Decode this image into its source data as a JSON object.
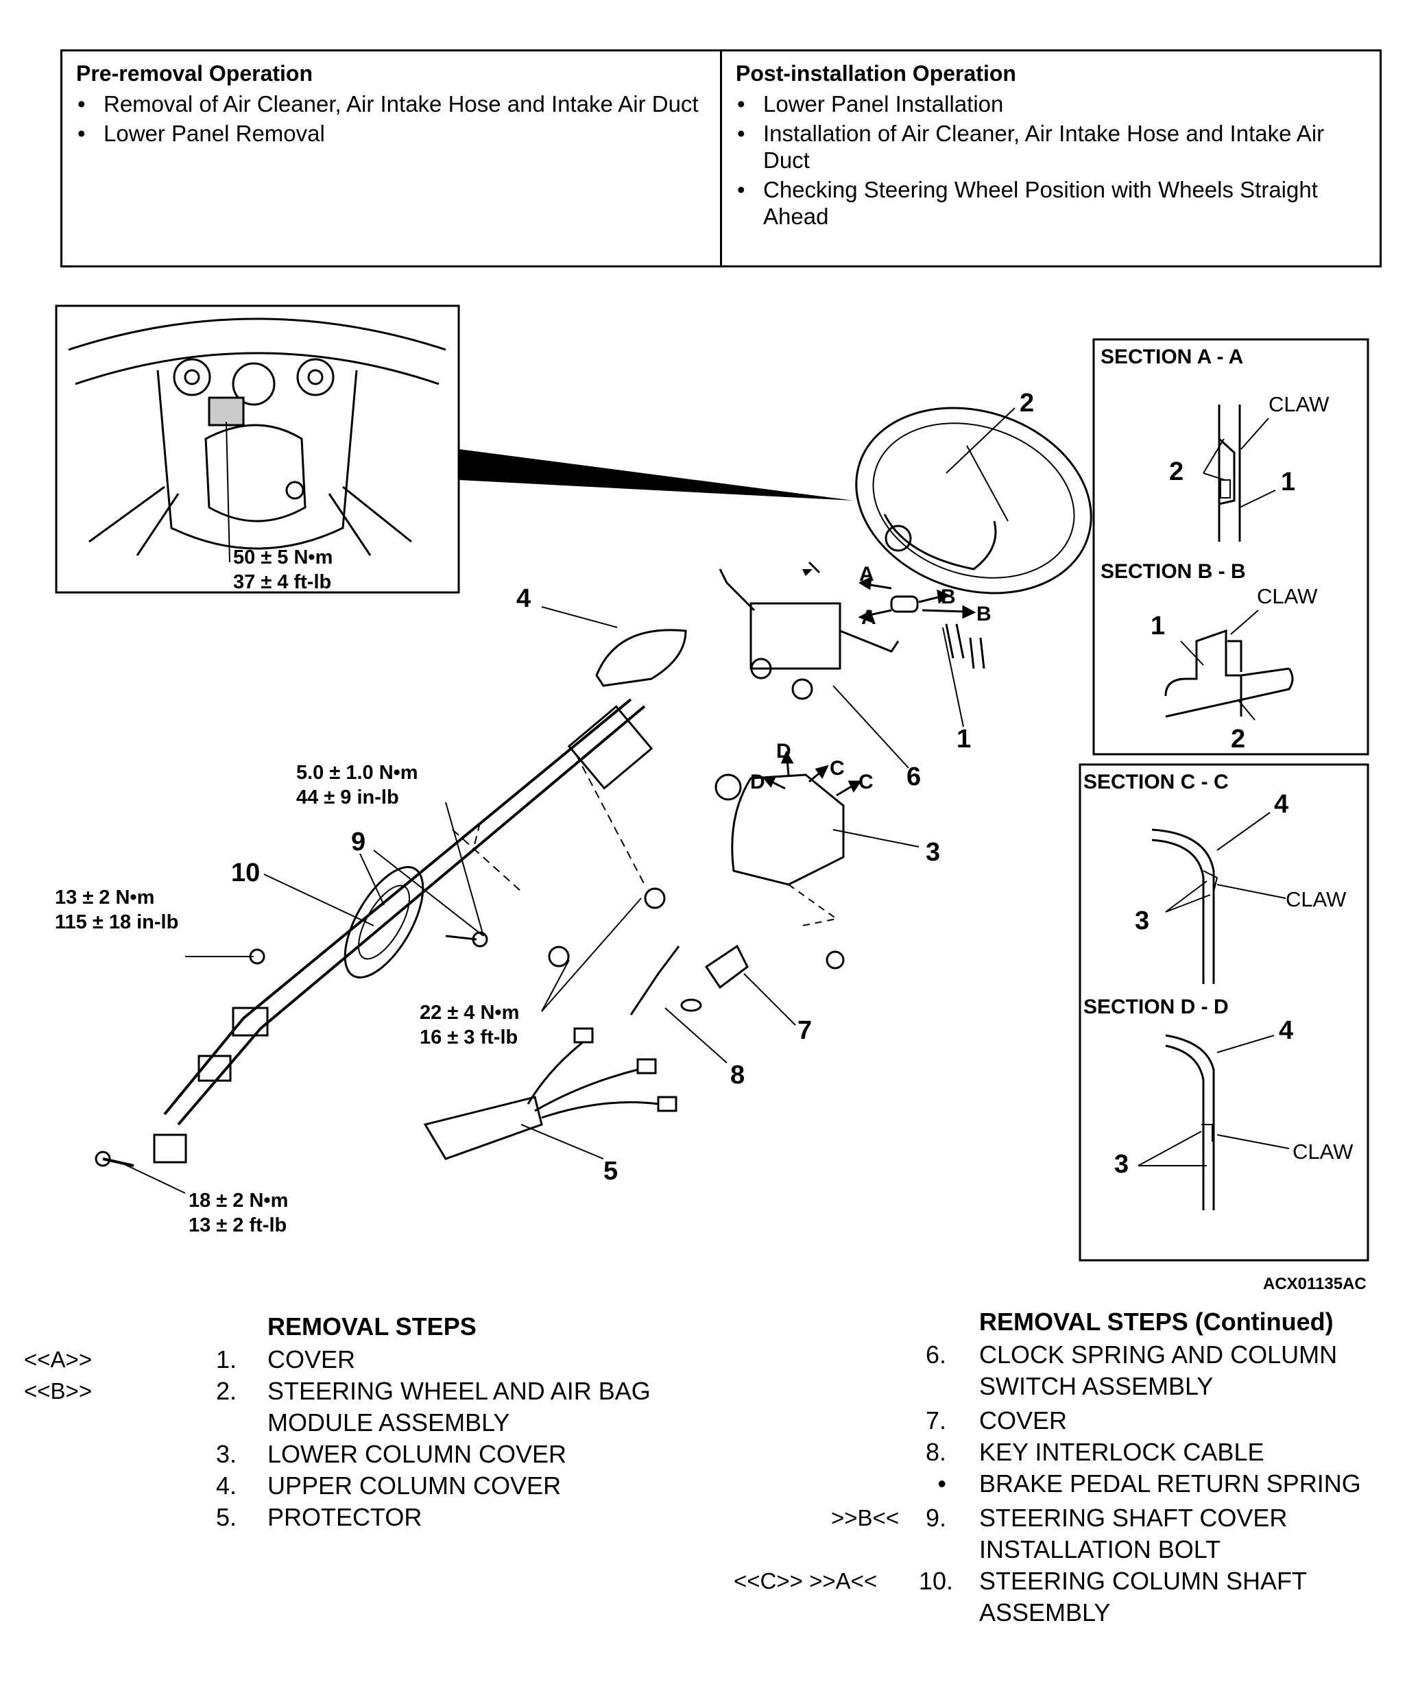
{
  "pre_removal": {
    "title": "Pre-removal Operation",
    "items": [
      "Removal of Air Cleaner, Air Intake Hose and Intake Air Duct",
      "Lower Panel Removal"
    ]
  },
  "post_installation": {
    "title": "Post-installation Operation",
    "items": [
      "Lower Panel Installation",
      "Installation of Air Cleaner, Air Intake Hose and Intake Air Duct",
      "Checking Steering Wheel Position with Wheels Straight Ahead"
    ]
  },
  "torques": {
    "wheel_nut": [
      "50 ± 5 N•m",
      "37 ± 4 ft-lb"
    ],
    "shaft_cover_bolt": [
      "5.0 ± 1.0 N•m",
      "44 ± 9 in-lb"
    ],
    "column_bolt": [
      "13 ± 2 N•m",
      "115 ± 18 in-lb"
    ],
    "column_nut": [
      "22 ± 4 N•m",
      "16 ± 3 ft-lb"
    ],
    "joint_bolt": [
      "18 ± 2 N•m",
      "13 ± 2 ft-lb"
    ]
  },
  "callouts": [
    "1",
    "2",
    "3",
    "4",
    "5",
    "6",
    "7",
    "8",
    "9",
    "10"
  ],
  "arrow_letters": [
    "A",
    "A",
    "B",
    "B",
    "D",
    "D",
    "C",
    "C"
  ],
  "sections": {
    "a": {
      "title": "SECTION A - A",
      "claw": "CLAW",
      "n1": "2",
      "n2": "1"
    },
    "b": {
      "title": "SECTION B - B",
      "claw": "CLAW",
      "n1": "1",
      "n2": "2"
    },
    "c": {
      "title": "SECTION C - C",
      "claw": "CLAW",
      "n1": "4",
      "n2": "3"
    },
    "d": {
      "title": "SECTION D - D",
      "claw": "CLAW",
      "n1": "4",
      "n2": "3"
    }
  },
  "figure_id": "ACX01135AC",
  "removal_steps": {
    "title": "REMOVAL STEPS",
    "left": [
      {
        "ref": "<<A>>",
        "num": "1.",
        "text": [
          "COVER"
        ]
      },
      {
        "ref": "<<B>>",
        "num": "2.",
        "text": [
          "STEERING WHEEL AND AIR BAG",
          "MODULE ASSEMBLY"
        ]
      },
      {
        "ref": "",
        "num": "3.",
        "text": [
          "LOWER COLUMN COVER"
        ]
      },
      {
        "ref": "",
        "num": "4.",
        "text": [
          "UPPER COLUMN COVER"
        ]
      },
      {
        "ref": "",
        "num": "5.",
        "text": [
          "PROTECTOR"
        ]
      }
    ],
    "continued_title": "REMOVAL STEPS (Continued)",
    "right": [
      {
        "ref": "",
        "num": "6.",
        "text": [
          "CLOCK SPRING AND COLUMN",
          "SWITCH ASSEMBLY"
        ]
      },
      {
        "ref": "",
        "num": "7.",
        "text": [
          "COVER"
        ]
      },
      {
        "ref": "",
        "num": "8.",
        "text": [
          "KEY INTERLOCK CABLE"
        ]
      },
      {
        "ref": "",
        "num": "•",
        "text": [
          "BRAKE PEDAL RETURN SPRING"
        ]
      },
      {
        "ref": ">>B<<",
        "num": "9.",
        "text": [
          "STEERING SHAFT COVER",
          "INSTALLATION BOLT"
        ]
      },
      {
        "ref": "<<C>>   >>A<<",
        "num": "10.",
        "text": [
          "STEERING COLUMN SHAFT",
          "ASSEMBLY"
        ]
      }
    ]
  }
}
